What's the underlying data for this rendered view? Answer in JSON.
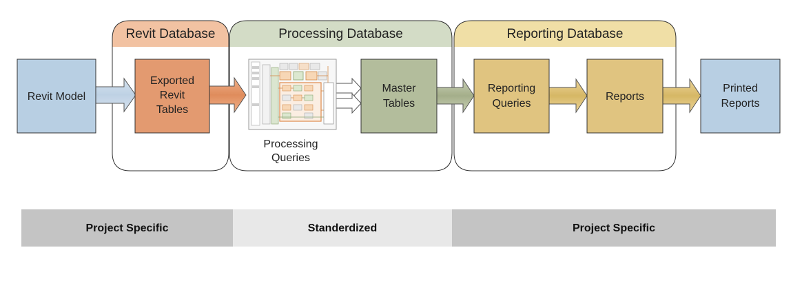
{
  "databases": {
    "revit": {
      "title": "Revit Database",
      "color": "#f2c2a2"
    },
    "processing": {
      "title": "Processing Database",
      "color": "#d3dcc6"
    },
    "reporting": {
      "title": "Reporting Database",
      "color": "#f0dfa6"
    }
  },
  "boxes": {
    "revit_model": {
      "label": "Revit Model",
      "color": "#b8cfe3"
    },
    "exported_tables": {
      "line1": "Exported",
      "line2": "Revit",
      "line3": "Tables",
      "color": "#e39a70"
    },
    "master_tables": {
      "line1": "Master",
      "line2": "Tables",
      "color": "#b3bd9c"
    },
    "reporting_queries": {
      "line1": "Reporting",
      "line2": "Queries",
      "color": "#e0c480"
    },
    "reports": {
      "label": "Reports",
      "color": "#e0c480"
    },
    "printed_reports": {
      "line1": "Printed",
      "line2": "Reports",
      "color": "#b8cfe3"
    }
  },
  "processing_queries": {
    "line1": "Processing",
    "line2": "Queries",
    "icon": "query-diagram-thumbnail"
  },
  "bands": {
    "left": {
      "label": "Project Specific",
      "color": "#c4c4c4"
    },
    "middle": {
      "label": "Standerdized",
      "color": "#e8e8e8"
    },
    "right": {
      "label": "Project Specific",
      "color": "#c4c4c4"
    }
  }
}
